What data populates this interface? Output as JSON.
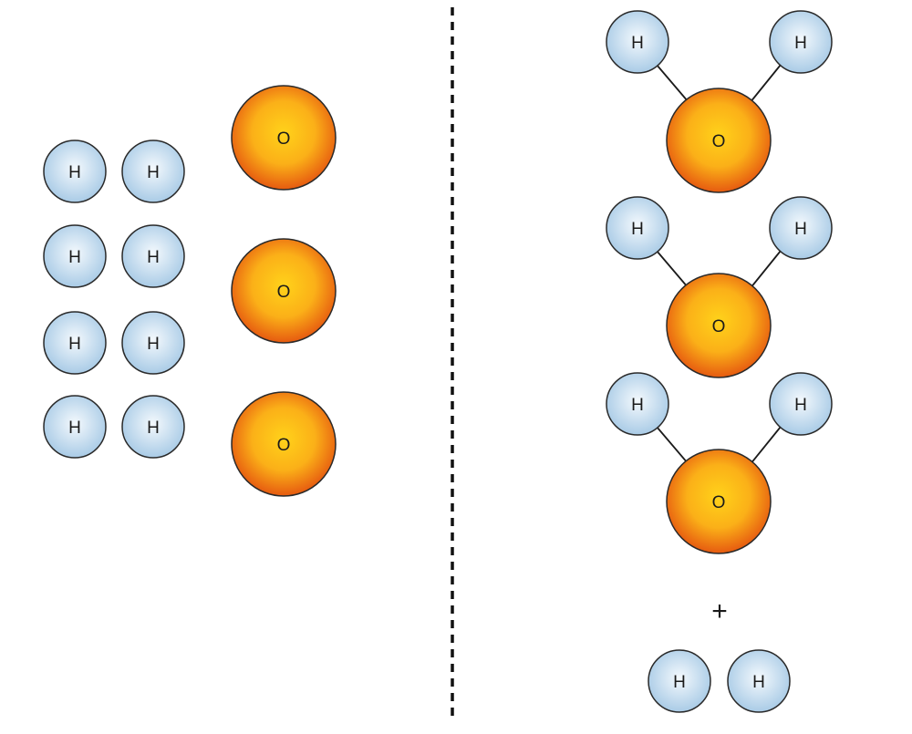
{
  "labels": {
    "hydrogen": "H",
    "oxygen": "O",
    "plus": "+"
  },
  "colors": {
    "hydrogen_fill_center": "#f4f9fd",
    "hydrogen_fill_edge": "#a9cbe6",
    "hydrogen_stroke": "#2a2a2a",
    "oxygen_fill_center": "#ffd21a",
    "oxygen_fill_edge": "#e65a10",
    "oxygen_stroke": "#2a2a2a",
    "bond": "#1a1a1a",
    "divider": "#111111"
  },
  "reactants": {
    "hydrogen_count": 8,
    "oxygen_count": 3
  },
  "products": {
    "water_molecules": 3,
    "leftover_hydrogen": 2
  }
}
